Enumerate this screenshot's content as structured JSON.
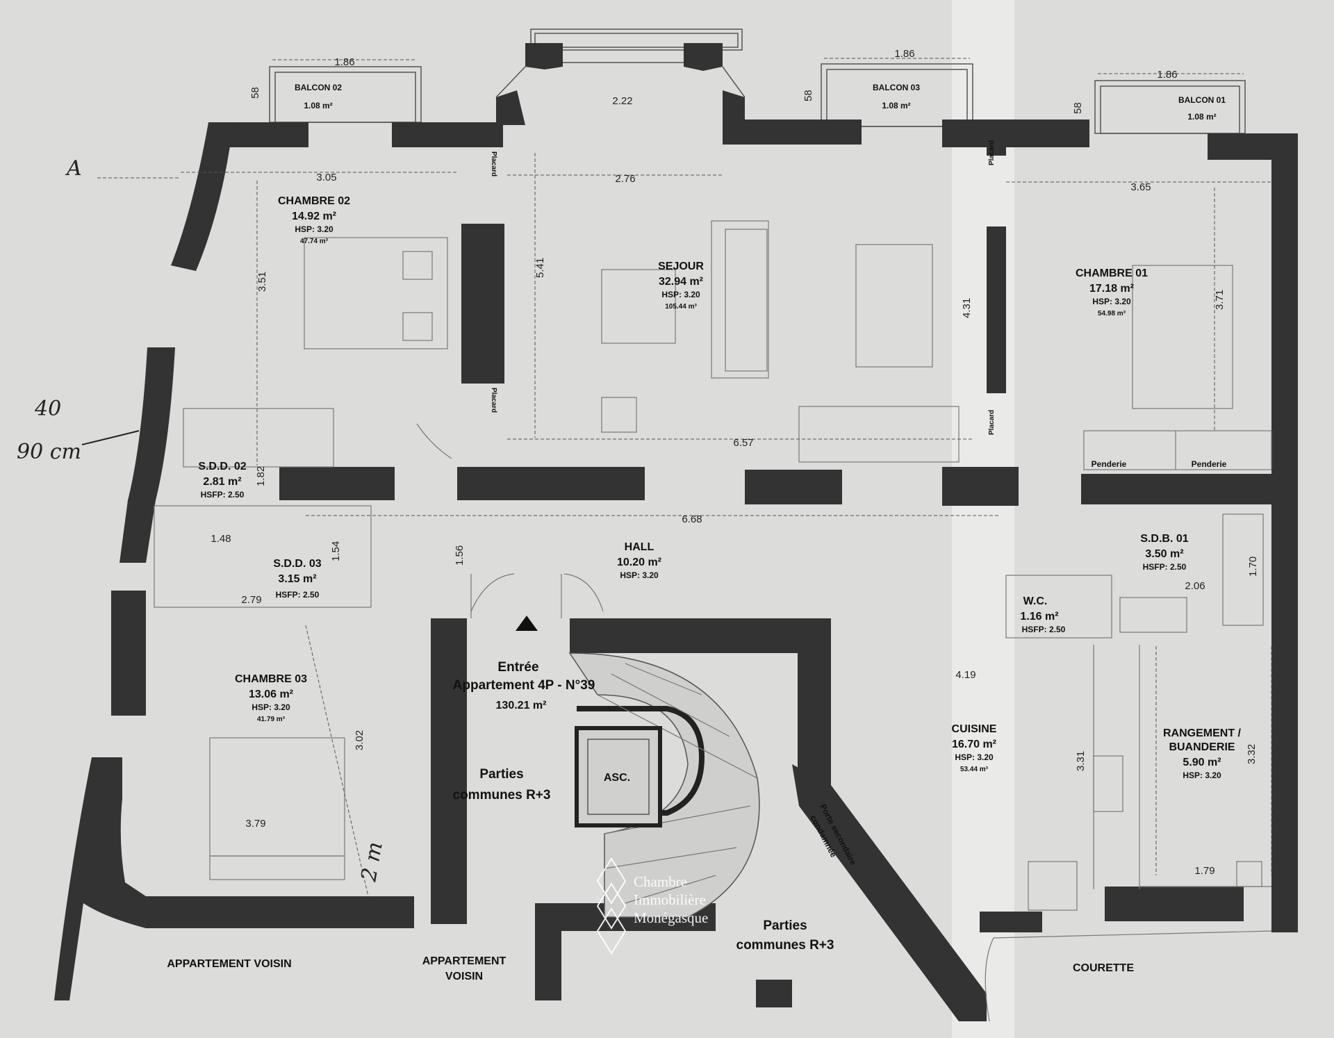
{
  "marker": "A",
  "handwritten": {
    "note_width": "40",
    "note_cm": "90 cm",
    "note_2m": "2 m"
  },
  "balconies": [
    {
      "name": "BALCON 02",
      "area": "1.08 m²",
      "width": "1.86",
      "depth": "58"
    },
    {
      "name": "BALCON 03",
      "area": "1.08 m²",
      "width": "1.86",
      "depth": "58"
    },
    {
      "name": "BALCON 01",
      "area": "1.08 m²",
      "width": "1.86",
      "depth": "58"
    }
  ],
  "bay_window_width": "2.22",
  "rooms": {
    "chambre02": {
      "name": "CHAMBRE 02",
      "area": "14.92 m²",
      "hsp": "HSP: 3.20",
      "volume": "47.74 m³",
      "dim_w": "3.05",
      "dim_h": "3.51"
    },
    "sejour": {
      "name": "SEJOUR",
      "area": "32.94 m²",
      "hsp": "HSP: 3.20",
      "volume": "105.44 m³",
      "dim_w": "2.76",
      "dim_h": "5.41",
      "dim_w2": "6.57",
      "dim_h2": "4.31"
    },
    "chambre01": {
      "name": "CHAMBRE 01",
      "area": "17.18 m²",
      "hsp": "HSP: 3.20",
      "volume": "54.98 m³",
      "dim_w": "3.65",
      "dim_h": "3.71"
    },
    "sdd02": {
      "name": "S.D.D. 02",
      "area": "2.81 m²",
      "hsp": "HSFP: 2.50",
      "dim_h": "1.82"
    },
    "sdd03": {
      "name": "S.D.D. 03",
      "area": "3.15 m²",
      "hsp": "HSFP: 2.50",
      "dim_w": "1.48",
      "dim_h": "1.54",
      "dim_w2": "2.79"
    },
    "hall": {
      "name": "HALL",
      "area": "10.20 m²",
      "hsp": "HSP: 3.20",
      "dim_w": "6.68",
      "dim_h": "1.56"
    },
    "sdb01": {
      "name": "S.D.B. 01",
      "area": "3.50 m²",
      "hsp": "HSFP: 2.50",
      "dim_w": "2.06",
      "dim_h": "1.70"
    },
    "wc": {
      "name": "W.C.",
      "area": "1.16 m²",
      "hsp": "HSFP: 2.50"
    },
    "chambre03": {
      "name": "CHAMBRE 03",
      "area": "13.06 m²",
      "hsp": "HSP: 3.20",
      "volume": "41.79 m³",
      "dim_w": "3.79",
      "dim_h": "3.02"
    },
    "cuisine": {
      "name": "CUISINE",
      "area": "16.70 m²",
      "hsp": "HSP: 3.20",
      "volume": "53.44 m³",
      "dim_w": "4.19",
      "dim_h": "3.31"
    },
    "rangement": {
      "name_line1": "RANGEMENT /",
      "name_line2": "BUANDERIE",
      "area": "5.90 m²",
      "hsp": "HSP: 3.20",
      "dim_w": "1.79",
      "dim_h": "3.32"
    }
  },
  "entrance": {
    "line1": "Entrée",
    "line2": "Appartement 4P - N°39",
    "area": "130.21 m²"
  },
  "common_parts": {
    "label1": "Parties",
    "label2": "communes R+3"
  },
  "elevator": "ASC.",
  "secondary_door": {
    "line1": "Porte secondaire",
    "line2": "condamnée"
  },
  "neighbors": {
    "left": "APPARTEMENT VOISIN",
    "center_line1": "APPARTEMENT",
    "center_line2": "VOISIN"
  },
  "courette": "COURETTE",
  "closets": {
    "placard": "Placard",
    "penderie_1": "Penderie",
    "penderie_2": "Penderie"
  },
  "watermark": {
    "line1": "Chambre",
    "line2": "Immobilière",
    "line3": "Monégasque"
  }
}
